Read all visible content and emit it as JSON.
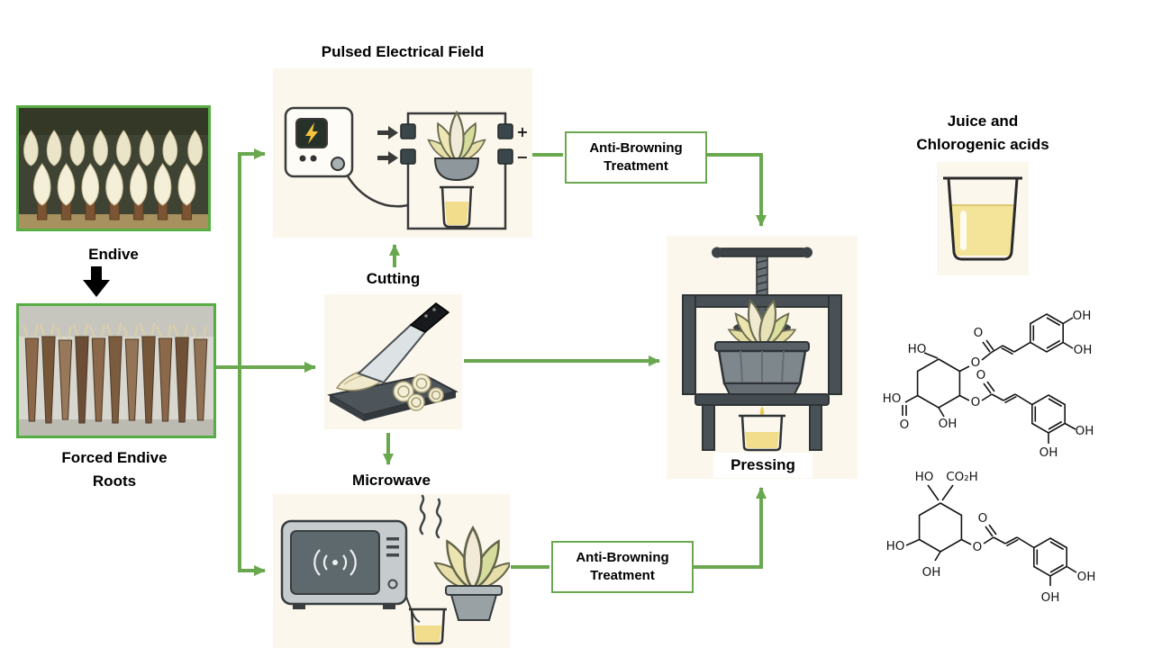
{
  "colors": {
    "arrow_green": "#6aa84f",
    "photo_border_green": "#55ad43",
    "panel_cream": "#fbf7ec",
    "juice_yellow": "#f1dd8c"
  },
  "photos": {
    "endive_caption": "Endive",
    "roots_caption_line1": "Forced Endive",
    "roots_caption_line2": "Roots"
  },
  "stages": {
    "pef_title": "Pulsed Electrical Field",
    "cutting_title": "Cutting",
    "microwave_title": "Microwave",
    "pressing_label": "Pressing"
  },
  "treatment_box": {
    "line1": "Anti-Browning",
    "line2": "Treatment"
  },
  "output": {
    "title_line1": "Juice and",
    "title_line2": "Chlorogenic acids"
  },
  "pef_markers": {
    "plus": "+",
    "minus": "−"
  },
  "chem1": {
    "ho_top": "HO",
    "oh_bottom": "OH",
    "ho_acid": "HO",
    "o_acid": "O",
    "o_ester1": "O",
    "o_carbonyl1": "O",
    "oh_ring1_a": "OH",
    "oh_ring1_b": "OH",
    "o_ester2": "O",
    "o_carbonyl2": "O",
    "oh_ring2_a": "OH",
    "oh_ring2_b": "OH"
  },
  "chem2": {
    "ho_top": "HO",
    "co2h": "CO₂H",
    "ho_left": "HO",
    "oh_bottom": "OH",
    "o_ester": "O",
    "o_carbonyl": "O",
    "oh_ring_a": "OH",
    "oh_ring_b": "OH"
  }
}
